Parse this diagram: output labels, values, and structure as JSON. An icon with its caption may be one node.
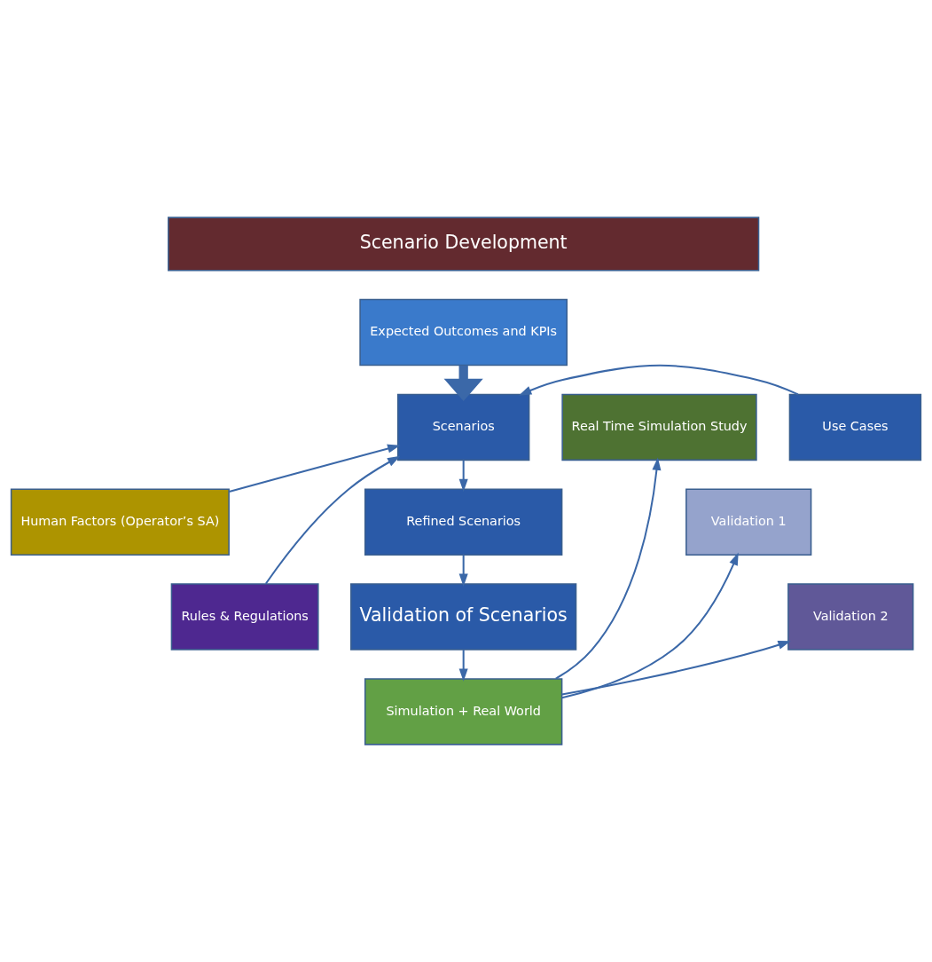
{
  "diagram": {
    "nodes": [
      {
        "text": [
          "Scenario Development"
        ]
      },
      {
        "text": [
          "Expected Outcomes and KPIs"
        ]
      },
      {
        "text": [
          "Use Cases"
        ]
      },
      {
        "text": [
          "Human Factors (Operator’s SA)"
        ]
      },
      {
        "text": [
          "Rules & Regulations"
        ]
      },
      {
        "text": [
          "Scenarios"
        ]
      },
      {
        "text": [
          "Refined Scenarios"
        ]
      },
      {
        "text": [
          "Validation of Scenarios"
        ]
      },
      {
        "text": [
          "Simulation + Real World"
        ]
      },
      {
        "text": [
          "Real Time Simulation Study"
        ]
      },
      {
        "text": [
          "Validation 1"
        ]
      },
      {
        "text": [
          "Validation 2"
        ]
      }
    ],
    "edges": [
      {
        "from": 1,
        "to": 5,
        "arrow": "to",
        "style": "thick"
      },
      {
        "from": 2,
        "to": 5,
        "arrow": "to"
      },
      {
        "from": 3,
        "to": 5,
        "arrow": "to"
      },
      {
        "from": 4,
        "to": 5,
        "arrow": "to"
      },
      {
        "from": 5,
        "to": 6,
        "arrow": "to"
      },
      {
        "from": 6,
        "to": 7,
        "arrow": "to"
      },
      {
        "from": 7,
        "to": 8,
        "arrow": "to"
      },
      {
        "from": 8,
        "to": 9,
        "arrow": "to"
      },
      {
        "from": 8,
        "to": 10,
        "arrow": "to"
      },
      {
        "from": 8,
        "to": 11,
        "arrow": "to"
      }
    ]
  }
}
